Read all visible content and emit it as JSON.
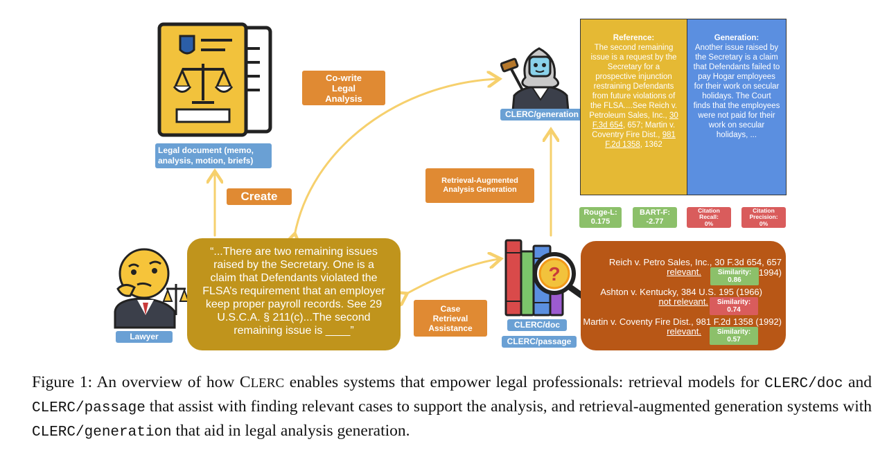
{
  "nodes": {
    "legal_document": "Legal document (memo, analysis, motion, briefs)",
    "cowrite": "Co-write Legal Analysis",
    "create": "Create",
    "lawyer": "Lawyer",
    "quote": "“...There are two remaining issues raised by the Secretary. One is a claim that Defendants violated the FLSA’s requirement that an employer keep proper payroll records. See 29 U.S.C.A. § 211(c)...The second remaining issue is ____”",
    "case_retrieval": "Case Retrieval Assistance",
    "rag": "Retrieval-Augmented Analysis Generation",
    "clerc_generation": "CLERC/generation",
    "clerc_doc": "CLERC/doc",
    "clerc_passage": "CLERC/passage"
  },
  "reference": {
    "title": "Reference:",
    "text_before": "The second remaining issue is a request by the Secretary for a prospective injunction restraining Defendants from future violations of the FLSA....See Reich v. Petroleum Sales, Inc., ",
    "cite1": "30 F.3d 654",
    "text_mid": ", 657; Martin v. Coventry Fire Dist., ",
    "cite2": "981 F.2d 1358",
    "text_after": ", 1362"
  },
  "generation": {
    "title": "Generation:",
    "text": "Another issue raised by the Secretary is a claim that Defendants failed to pay Hogar employees for their work on secular holidays. The Court finds that the employees were not paid for their work on secular holidays, ..."
  },
  "metrics": [
    {
      "label": "Rouge-L:",
      "value": "0.175",
      "color": "#8cc06a"
    },
    {
      "label": "BART-F:",
      "value": "-2.77",
      "color": "#8cc06a"
    },
    {
      "label": "Citation Recall:",
      "value": "0%",
      "color": "#d95c5c"
    },
    {
      "label": "Citation Precision:",
      "value": "0%",
      "color": "#d95c5c"
    }
  ],
  "retrieved": [
    {
      "case": "Reich v. Petro Sales, Inc., 30 F.3d 654, 657 (1994)",
      "relevance": "relevant.",
      "sim_label": "Similarity:",
      "sim_value": "0.86",
      "sim_color": "#8cc06a"
    },
    {
      "case": "Ashton v. Kentucky, 384 U.S. 195 (1966)",
      "relevance": "not relevant.",
      "sim_label": "Similarity:",
      "sim_value": "0.74",
      "sim_color": "#d95c5c"
    },
    {
      "case": "Martin v. Coventy Fire Dist., 981 F.2d 1358 (1992)",
      "relevance": "relevant.",
      "sim_label": "Similarity:",
      "sim_value": "0.57",
      "sim_color": "#8cc06a"
    }
  ],
  "caption": {
    "p1": "Figure 1: An overview of how C",
    "p1b": "LERC",
    "p2": " enables systems that empower legal professionals: retrieval models for ",
    "m1": "CLERC/doc",
    "p3": " and ",
    "m2": "CLERC/passage",
    "p4": " that assist with finding relevant cases to support the analysis, and retrieval-augmented generation systems with ",
    "m3": "CLERC/generation",
    "p5": " that aid in legal analysis generation."
  },
  "colors": {
    "arrow": "#f6d06d",
    "blue": "#6aa0d4",
    "orange": "#e08a33",
    "gold": "#c0941c",
    "panel": "#b85716",
    "reference": "#e5b934",
    "generation": "#5b8fe0"
  },
  "icons": [
    "legal-document-icon",
    "thinking-lawyer-icon",
    "robot-judge-icon",
    "books-magnifier-icon"
  ]
}
